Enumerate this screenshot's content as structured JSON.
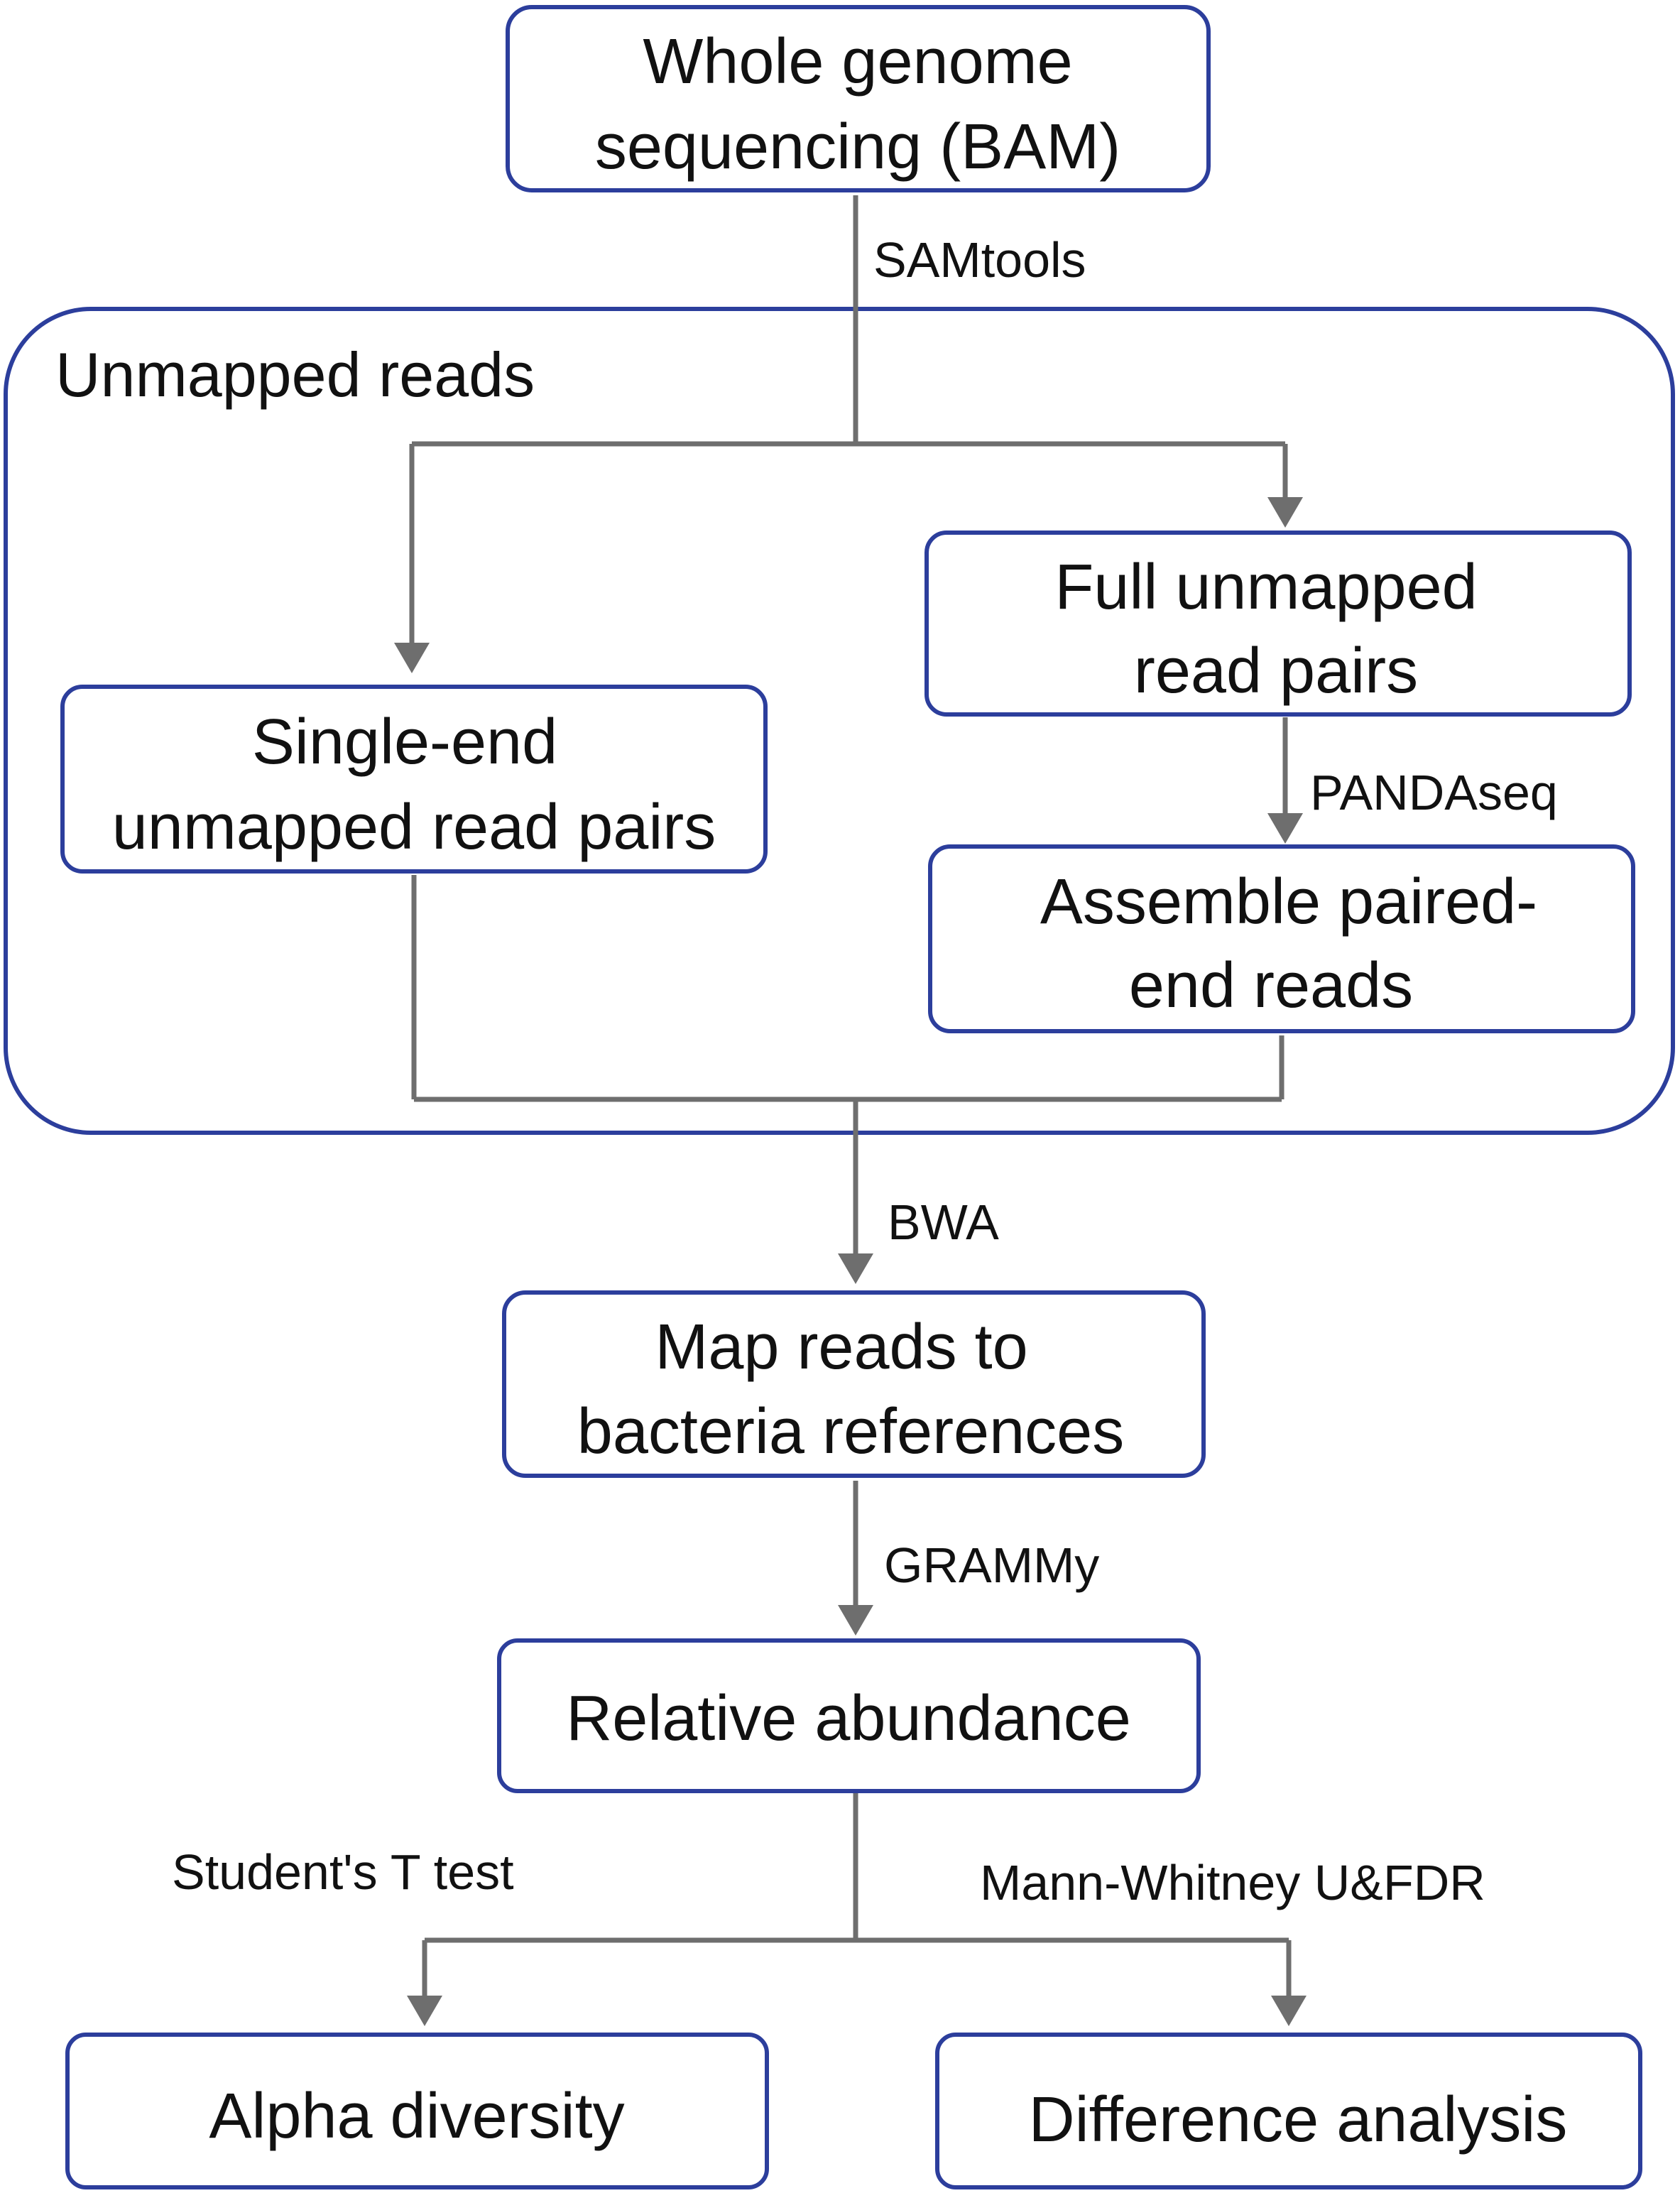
{
  "group": {
    "label": "Unmapped reads"
  },
  "nodes": {
    "wgs": {
      "line1": "Whole genome",
      "line2": "sequencing (BAM)"
    },
    "full": {
      "line1": "Full unmapped",
      "line2": "read pairs"
    },
    "single": {
      "line1": "Single-end",
      "line2": "unmapped read pairs"
    },
    "assemble": {
      "line1": "Assemble paired-",
      "line2": "end reads"
    },
    "map": {
      "line1": "Map reads to",
      "line2": "bacteria references"
    },
    "relative": {
      "line1": "Relative abundance"
    },
    "alpha": {
      "line1": "Alpha diversity"
    },
    "difference": {
      "line1": "Difference analysis"
    }
  },
  "edges": {
    "samtools": "SAMtools",
    "pandaseq": "PANDAseq",
    "bwa": "BWA",
    "grammy": "GRAMMy",
    "ttest": "Student's T test",
    "mannwhitney": "Mann-Whitney U&FDR"
  },
  "colors": {
    "box_border": "#2c3e9c",
    "connector": "#6e6e6e",
    "text": "#111111"
  }
}
